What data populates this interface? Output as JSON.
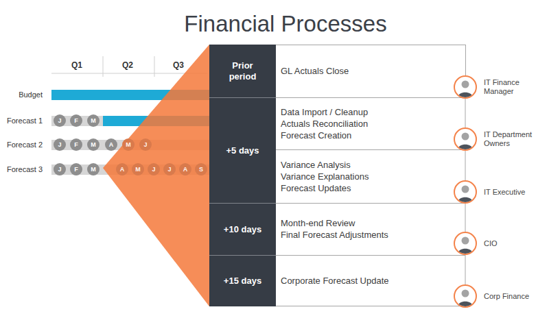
{
  "diagram": {
    "title": "Financial Processes",
    "nodes": [
      {
        "text": [
          "J"
        ]
      },
      {
        "text": [
          "F"
        ]
      },
      {
        "text": [
          "M"
        ]
      },
      {
        "text": [
          "J"
        ]
      },
      {
        "text": [
          "F"
        ]
      },
      {
        "text": [
          "M"
        ]
      },
      {
        "text": [
          "A"
        ]
      },
      {
        "text": [
          "M"
        ]
      },
      {
        "text": [
          "J"
        ]
      },
      {
        "text": [
          "J"
        ]
      },
      {
        "text": [
          "F"
        ]
      },
      {
        "text": [
          "M"
        ]
      },
      {
        "text": [
          "A"
        ]
      },
      {
        "text": [
          "M"
        ]
      },
      {
        "text": [
          "J"
        ]
      },
      {
        "text": [
          "J"
        ]
      },
      {
        "text": [
          "A"
        ]
      },
      {
        "text": [
          "S"
        ]
      },
      {
        "text": [
          "Prior period"
        ]
      },
      {
        "text": [
          "+5 days"
        ]
      },
      {
        "text": [
          "+10 days"
        ]
      },
      {
        "text": [
          "+15 days"
        ]
      },
      {
        "text": [
          "GL Actuals Close"
        ]
      },
      {
        "text": [
          "Data Import / Cleanup",
          "Actuals Reconciliation",
          "Forecast Creation"
        ]
      },
      {
        "text": [
          "Variance Analysis",
          "Variance Explanations",
          "Forecast Updates"
        ]
      },
      {
        "text": [
          "Month-end Review",
          "Final Forecast Adjustments"
        ]
      },
      {
        "text": [
          "Corporate Forecast Update"
        ]
      },
      {
        "text": [
          "IT Finance Manager"
        ]
      },
      {
        "text": [
          "IT Department Owners"
        ]
      },
      {
        "text": [
          "IT Executive"
        ]
      },
      {
        "text": [
          "CIO"
        ]
      },
      {
        "text": [
          "Corp Finance"
        ]
      }
    ],
    "edges": [
      {
        "from": 27,
        "to": 28,
        "arrow": "none"
      },
      {
        "from": 28,
        "to": 29,
        "arrow": "none"
      },
      {
        "from": 29,
        "to": 30,
        "arrow": "none"
      },
      {
        "from": 30,
        "to": 31,
        "arrow": "none"
      }
    ],
    "labels": [
      "Q1",
      "Q2",
      "Q3",
      "Budget",
      "Forecast 1",
      "Forecast 2",
      "Forecast 3"
    ]
  }
}
